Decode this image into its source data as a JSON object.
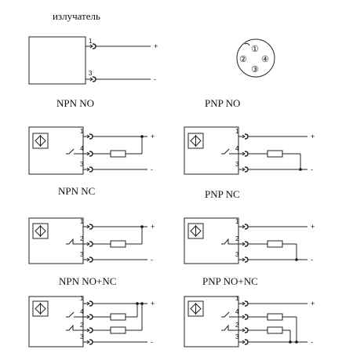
{
  "title": "излучатель",
  "sections": {
    "npn_no": "NPN NO",
    "pnp_no": "PNP NO",
    "npn_nc": "NPN NC",
    "pnp_nc": "PNP NC",
    "npn_nonc": "NPN NO+NC",
    "pnp_nonc": "PNP NO+NC"
  },
  "pins": {
    "p1": "1",
    "p2": "2",
    "p3": "3",
    "p4": "4"
  },
  "signs": {
    "plus": "+",
    "minus": "-"
  },
  "connector": {
    "c1": "①",
    "c2": "②",
    "c3": "③",
    "c4": "④"
  }
}
